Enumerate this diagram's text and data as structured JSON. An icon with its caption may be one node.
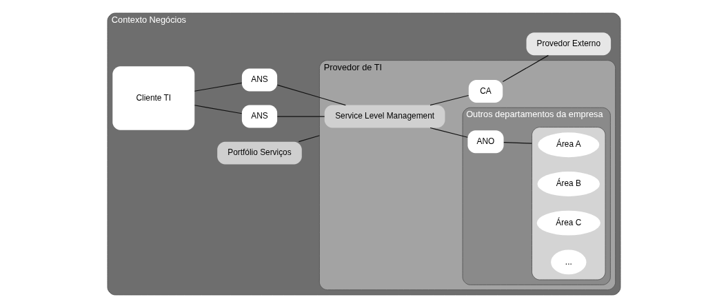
{
  "diagram": {
    "nodes": [
      {
        "text": [
          "Contexto Negócios"
        ]
      },
      {
        "text": [
          "Cliente TI"
        ],
        "in": 0
      },
      {
        "text": [
          "ANS"
        ],
        "in": 0
      },
      {
        "text": [
          "ANS"
        ],
        "in": 0
      },
      {
        "text": [
          "Provedor de TI"
        ],
        "in": 0
      },
      {
        "text": [
          "Service Level Management"
        ],
        "in": 4
      },
      {
        "text": [
          "Outros departamentos da empresa"
        ],
        "in": 4
      },
      {
        "text": [
          "ANO"
        ],
        "in": 6
      },
      {
        "text": [],
        "shape": "box",
        "in": 6
      },
      {
        "text": [
          "Área A"
        ],
        "in": 8
      },
      {
        "text": [
          "Área B"
        ],
        "in": 8
      },
      {
        "text": [
          "Área C"
        ],
        "in": 8
      },
      {
        "text": [
          "..."
        ],
        "in": 8
      },
      {
        "text": [
          "CA"
        ],
        "in": 4
      },
      {
        "text": [
          "Portfólio Serviços"
        ],
        "in": 0
      },
      {
        "text": [
          "Provedor Externo"
        ],
        "in": 0
      }
    ],
    "edges": [
      {
        "from": 1,
        "to": 2,
        "arrow": "none"
      },
      {
        "from": 2,
        "to": 5,
        "arrow": "none"
      },
      {
        "from": 1,
        "to": 3,
        "arrow": "none"
      },
      {
        "from": 3,
        "to": 5,
        "arrow": "none"
      },
      {
        "from": 5,
        "to": 7,
        "arrow": "none"
      },
      {
        "from": 7,
        "to": 8,
        "arrow": "none"
      },
      {
        "from": 5,
        "to": 13,
        "arrow": "none"
      },
      {
        "from": 13,
        "to": 15,
        "arrow": "none"
      },
      {
        "from": 14,
        "to": 4,
        "arrow": "none"
      }
    ]
  }
}
